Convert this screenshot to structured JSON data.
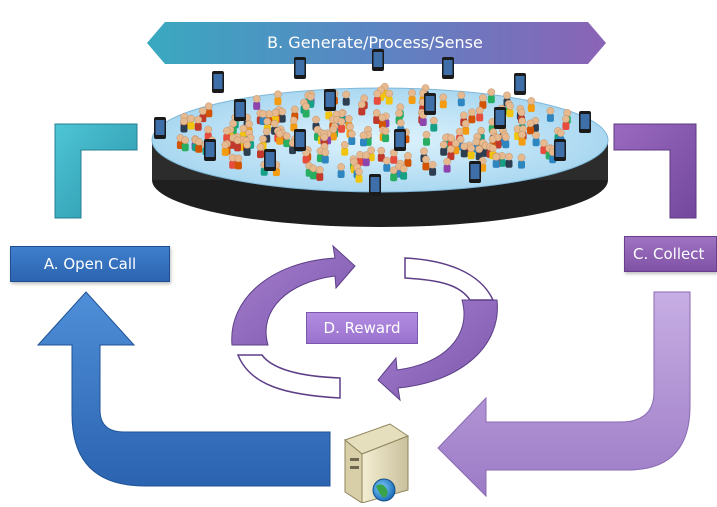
{
  "diagram": {
    "step_b": "B. Generate/Process/Sense",
    "step_a": "A. Open Call",
    "step_c": "C. Collect",
    "step_d": "D. Reward"
  },
  "colors": {
    "teal": "#35a7b8",
    "blue": "#3a78c6",
    "purple": "#8f5fb5",
    "lavender": "#b79ad6",
    "disk_top": "#bfe3f6",
    "disk_side": "#2b2b2b"
  },
  "icons": [
    "server-icon",
    "globe-icon",
    "phone-icon",
    "crowd-figure-icon"
  ]
}
